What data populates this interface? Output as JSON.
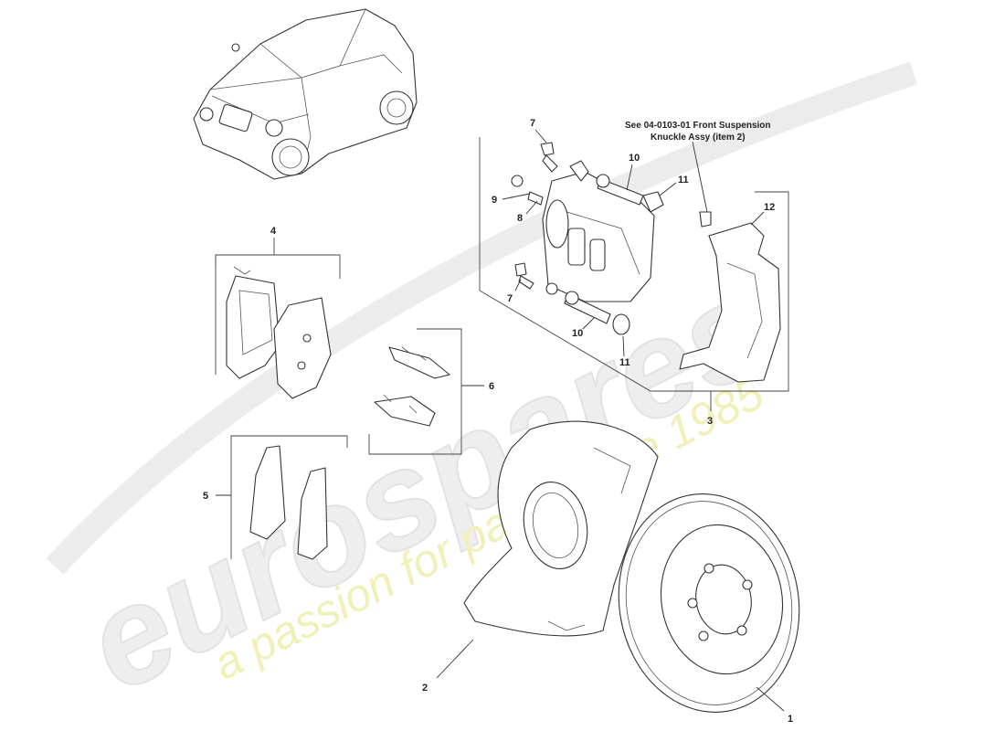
{
  "watermark": {
    "brand": "eurospares",
    "tagline": "a passion for parts since 1985"
  },
  "note": {
    "line1": "See 04-0103-01 Front Suspension",
    "line2": "Knuckle Assy (item 2)"
  },
  "callouts": {
    "c1": "1",
    "c2": "2",
    "c3": "3",
    "c4": "4",
    "c5": "5",
    "c6": "6",
    "c7a": "7",
    "c7b": "7",
    "c8": "8",
    "c9": "9",
    "c10a": "10",
    "c10b": "10",
    "c11a": "11",
    "c11b": "11",
    "c12": "12"
  },
  "colors": {
    "line": "#333333",
    "watermark_grey": "#eeeeee",
    "watermark_yellow": "#f0f0b8"
  }
}
